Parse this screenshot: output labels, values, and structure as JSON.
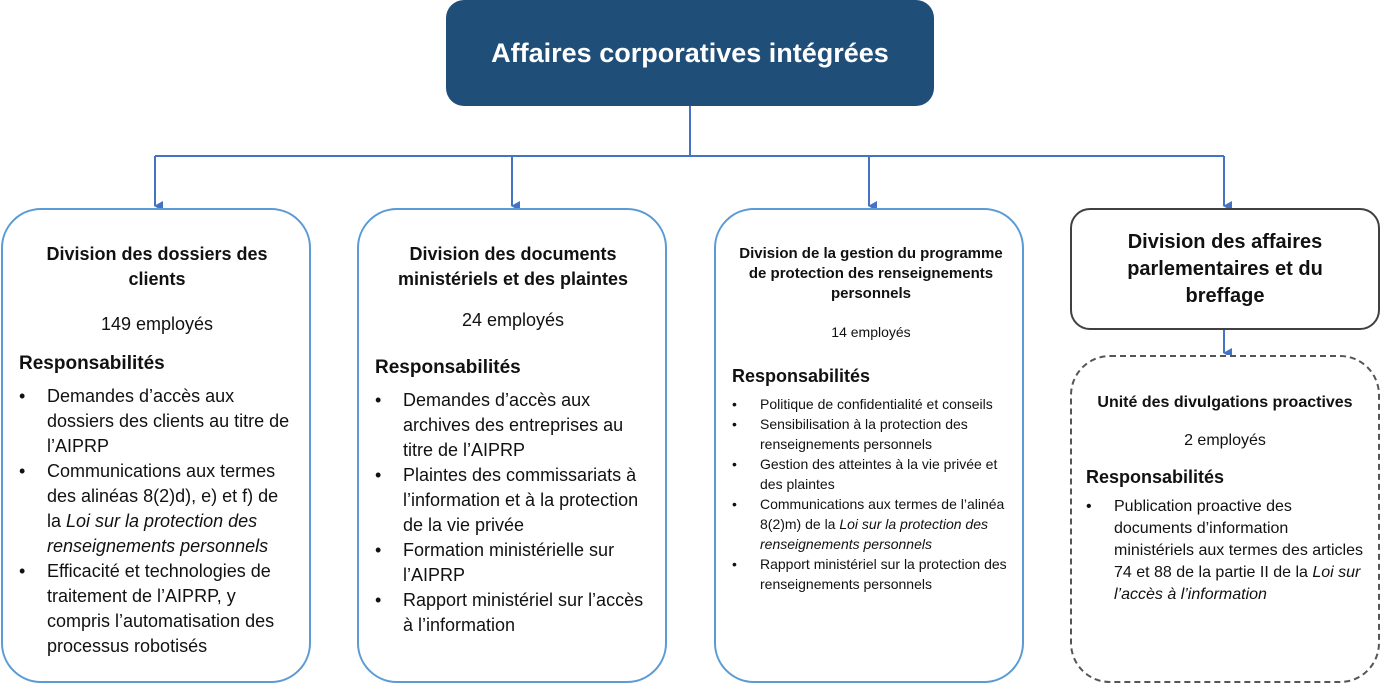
{
  "root": {
    "title": "Affaires corporatives intégrées"
  },
  "colors": {
    "root_fill": "#1f4e79",
    "connector": "#4472c4",
    "box_border": "#5b9bd5"
  },
  "divisions": [
    {
      "title": "Division des dossiers des clients",
      "employees": "149 employés",
      "resp_label": "Responsabilités",
      "items": [
        {
          "pre": "Demandes d’accès aux dossiers des clients au titre de l’AIPRP",
          "em": "",
          "post": ""
        },
        {
          "pre": "Communications aux termes des alinéas 8(2)d), e) et f) de la ",
          "em": "Loi sur la protection des renseignements personnels",
          "post": ""
        },
        {
          "pre": "Efficacité et technologies de traitement de l’AIPRP, y compris l’automatisation des processus robotisés",
          "em": "",
          "post": ""
        }
      ]
    },
    {
      "title": "Division des documents ministériels et des plaintes",
      "employees": "24 employés",
      "resp_label": "Responsabilités",
      "items": [
        {
          "pre": "Demandes d’accès aux archives des entreprises au titre de l’AIPRP",
          "em": "",
          "post": ""
        },
        {
          "pre": "Plaintes des commissariats à l’information et à la protection de la vie privée",
          "em": "",
          "post": ""
        },
        {
          "pre": "Formation ministérielle sur l’AIPRP",
          "em": "",
          "post": ""
        },
        {
          "pre": "Rapport ministériel sur l’accès à l’information",
          "em": "",
          "post": ""
        }
      ]
    },
    {
      "title": "Division de la gestion du programme de protection des renseignements personnels",
      "employees": "14 employés",
      "resp_label": "Responsabilités",
      "items": [
        {
          "pre": "Politique de confidentialité et conseils",
          "em": "",
          "post": ""
        },
        {
          "pre": "Sensibilisation à la protection des renseignements personnels",
          "em": "",
          "post": ""
        },
        {
          "pre": "Gestion des atteintes à la vie privée et des plaintes",
          "em": "",
          "post": ""
        },
        {
          "pre": "Communications aux termes de l’alinéa 8(2)m) de la ",
          "em": "Loi sur la protection des renseignements personnels",
          "post": ""
        },
        {
          "pre": "Rapport ministériel sur la protection des renseignements personnels",
          "em": "",
          "post": ""
        }
      ]
    },
    {
      "title": "Division des affaires parlementaires et du breffage"
    }
  ],
  "unit": {
    "title": "Unité des divulgations proactives",
    "employees": "2 employés",
    "resp_label": "Responsabilités",
    "items": [
      {
        "pre": "Publication proactive des documents d’information ministériels aux termes des articles 74 et 88 de la partie II de la ",
        "em": "Loi sur l’accès à l’information",
        "post": ""
      }
    ]
  }
}
